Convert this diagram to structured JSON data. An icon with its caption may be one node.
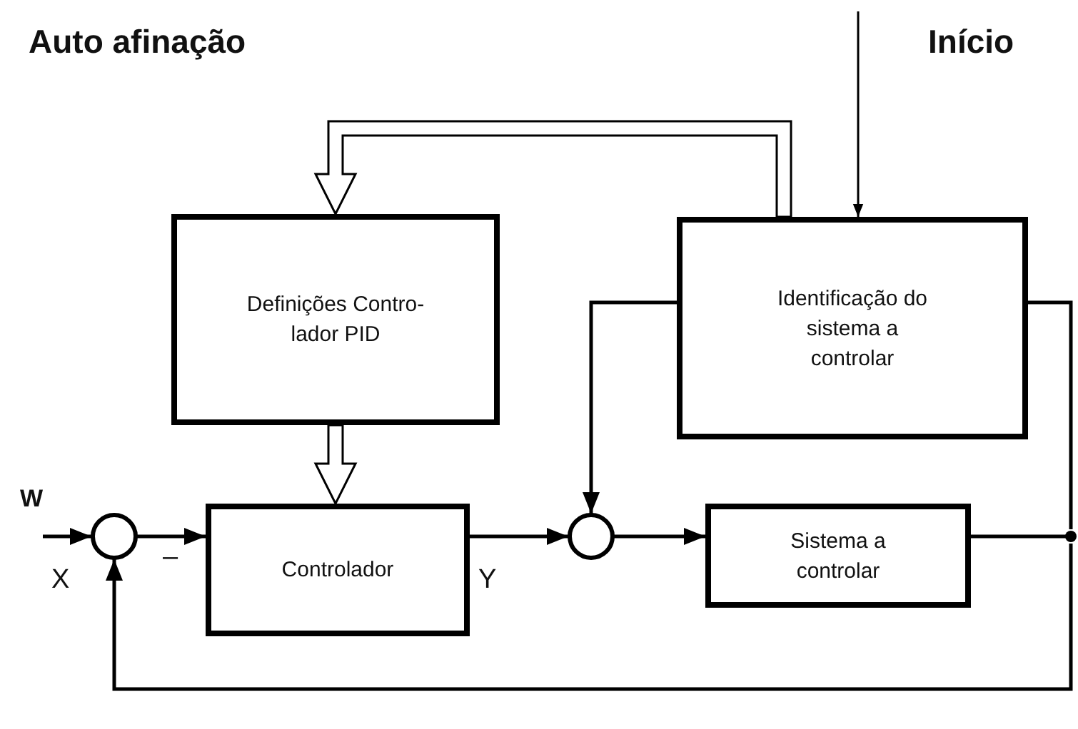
{
  "diagram": {
    "title": "Auto afinação",
    "nodes": [
      {
        "text": [
          "Definições Contro-lador PID"
        ]
      },
      {
        "text": [
          "Identificação do sistema a controlar"
        ]
      },
      {
        "text": [
          "Controlador"
        ]
      },
      {
        "text": [
          "Sistema a controlar"
        ]
      },
      {
        "text": [],
        "shape": "circle"
      },
      {
        "text": [],
        "shape": "circle"
      },
      {
        "text": [],
        "shape": "dot"
      }
    ],
    "edges": [
      {
        "from": null,
        "to": 4,
        "arrow": "to"
      },
      {
        "from": 4,
        "to": 2,
        "arrow": "to"
      },
      {
        "from": 2,
        "to": 5,
        "arrow": "to"
      },
      {
        "from": 5,
        "to": 3,
        "arrow": "to"
      },
      {
        "from": 3,
        "to": 6,
        "arrow": "none"
      },
      {
        "from": 6,
        "to": 4,
        "arrow": "to"
      },
      {
        "from": 1,
        "to": 5,
        "arrow": "to"
      },
      {
        "from": 6,
        "to": 1,
        "arrow": "none"
      },
      {
        "from": 1,
        "to": 0,
        "arrow": "to",
        "style": "thick"
      },
      {
        "from": 0,
        "to": 2,
        "arrow": "to",
        "style": "thick"
      },
      {
        "from": null,
        "to": 1,
        "arrow": "to"
      }
    ],
    "labels": [
      "Início",
      "W",
      "X",
      "–",
      "Y"
    ]
  }
}
